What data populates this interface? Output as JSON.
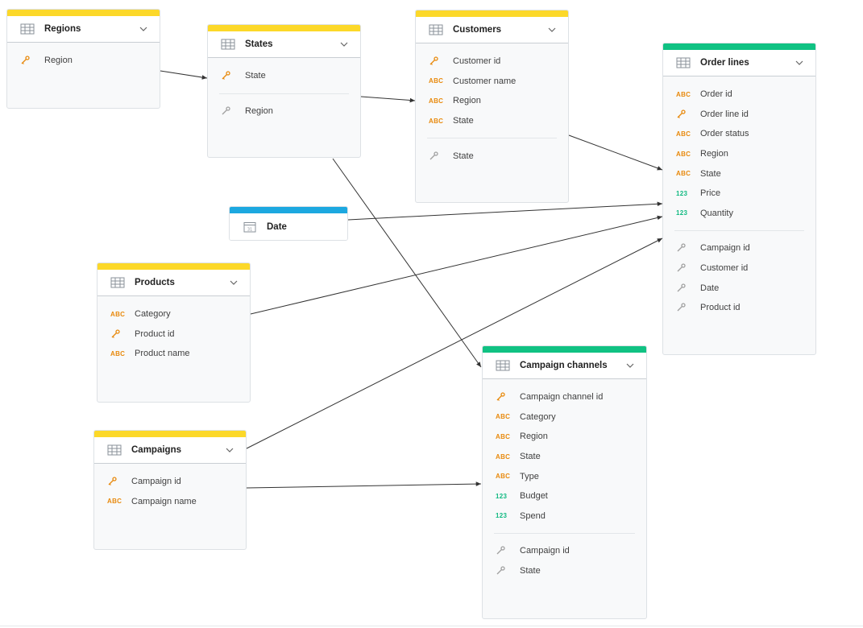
{
  "colors": {
    "yellow": "#fcd829",
    "green": "#10c283",
    "blue": "#1ca8e0",
    "key": "#e8890c",
    "link": "#a0a0a0",
    "text": "#e8890c",
    "number": "#10b981"
  },
  "tables": {
    "regions": {
      "title": "Regions",
      "fields": [
        {
          "name": "Region",
          "type": "key"
        }
      ],
      "links": []
    },
    "states": {
      "title": "States",
      "fields": [
        {
          "name": "State",
          "type": "key"
        }
      ],
      "links": [
        {
          "name": "Region",
          "type": "link"
        }
      ]
    },
    "customers": {
      "title": "Customers",
      "fields": [
        {
          "name": "Customer id",
          "type": "key"
        },
        {
          "name": "Customer name",
          "type": "text"
        },
        {
          "name": "Region",
          "type": "text"
        },
        {
          "name": "State",
          "type": "text"
        }
      ],
      "links": [
        {
          "name": "State",
          "type": "link"
        }
      ]
    },
    "order_lines": {
      "title": "Order lines",
      "fields": [
        {
          "name": "Order id",
          "type": "text"
        },
        {
          "name": "Order line id",
          "type": "key"
        },
        {
          "name": "Order status",
          "type": "text"
        },
        {
          "name": "Region",
          "type": "text"
        },
        {
          "name": "State",
          "type": "text"
        },
        {
          "name": "Price",
          "type": "number"
        },
        {
          "name": "Quantity",
          "type": "number"
        }
      ],
      "links": [
        {
          "name": "Campaign id",
          "type": "link"
        },
        {
          "name": "Customer id",
          "type": "link"
        },
        {
          "name": "Date",
          "type": "link"
        },
        {
          "name": "Product id",
          "type": "link"
        }
      ]
    },
    "date": {
      "title": "Date",
      "fields": [],
      "links": []
    },
    "products": {
      "title": "Products",
      "fields": [
        {
          "name": "Category",
          "type": "text"
        },
        {
          "name": "Product id",
          "type": "key"
        },
        {
          "name": "Product name",
          "type": "text"
        }
      ],
      "links": []
    },
    "campaigns": {
      "title": "Campaigns",
      "fields": [
        {
          "name": "Campaign id",
          "type": "key"
        },
        {
          "name": "Campaign name",
          "type": "text"
        }
      ],
      "links": []
    },
    "campaign_channels": {
      "title": "Campaign channels",
      "fields": [
        {
          "name": "Campaign channel id",
          "type": "key"
        },
        {
          "name": "Category",
          "type": "text"
        },
        {
          "name": "Region",
          "type": "text"
        },
        {
          "name": "State",
          "type": "text"
        },
        {
          "name": "Type",
          "type": "text"
        },
        {
          "name": "Budget",
          "type": "number"
        },
        {
          "name": "Spend",
          "type": "number"
        }
      ],
      "links": [
        {
          "name": "Campaign id",
          "type": "link"
        },
        {
          "name": "State",
          "type": "link"
        }
      ]
    }
  },
  "type_glyphs": {
    "text": "ABC",
    "number": "123"
  },
  "relationships": [
    {
      "from": "Regions",
      "to": "States"
    },
    {
      "from": "States",
      "to": "Customers"
    },
    {
      "from": "States",
      "to": "Campaign channels"
    },
    {
      "from": "Customers",
      "to": "Order lines"
    },
    {
      "from": "Date",
      "to": "Order lines"
    },
    {
      "from": "Products",
      "to": "Order lines"
    },
    {
      "from": "Campaigns",
      "to": "Order lines"
    },
    {
      "from": "Campaigns",
      "to": "Campaign channels"
    }
  ]
}
